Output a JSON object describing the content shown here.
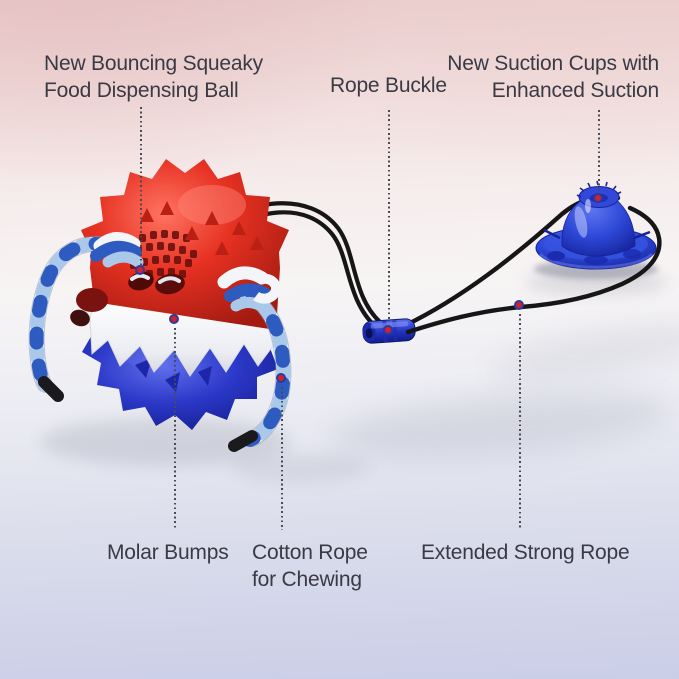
{
  "product_callouts": {
    "ball": {
      "line1": "New Bouncing Squeaky",
      "line2": "Food Dispensing Ball"
    },
    "rope_buckle": {
      "line1": "Rope Buckle"
    },
    "suction_cup": {
      "line1": "New Suction Cups with",
      "line2": "Enhanced Suction"
    },
    "molar_bumps": {
      "line1": "Molar Bumps"
    },
    "cotton_rope": {
      "line1": "Cotton Rope",
      "line2": "for Chewing"
    },
    "extended_rope": {
      "line1": "Extended Strong Rope"
    }
  },
  "colors": {
    "label_text": "#3a3a44",
    "leader_line": "#4a4a55",
    "marker_dot_fill": "#d41f2e",
    "marker_dot_ring": "#2b3a9c",
    "ball_red": "#e63122",
    "ball_blue": "#2b38c8",
    "band_white": "#f4f4f7",
    "rope_blue": "#2e5bc0",
    "rope_light_blue": "#aac8ea",
    "rope_white": "#f3f5f9",
    "cord_black": "#161616",
    "suction_blue": "#2c47d6",
    "background_top": "#e9cbcb",
    "background_bottom": "#cacee7"
  }
}
